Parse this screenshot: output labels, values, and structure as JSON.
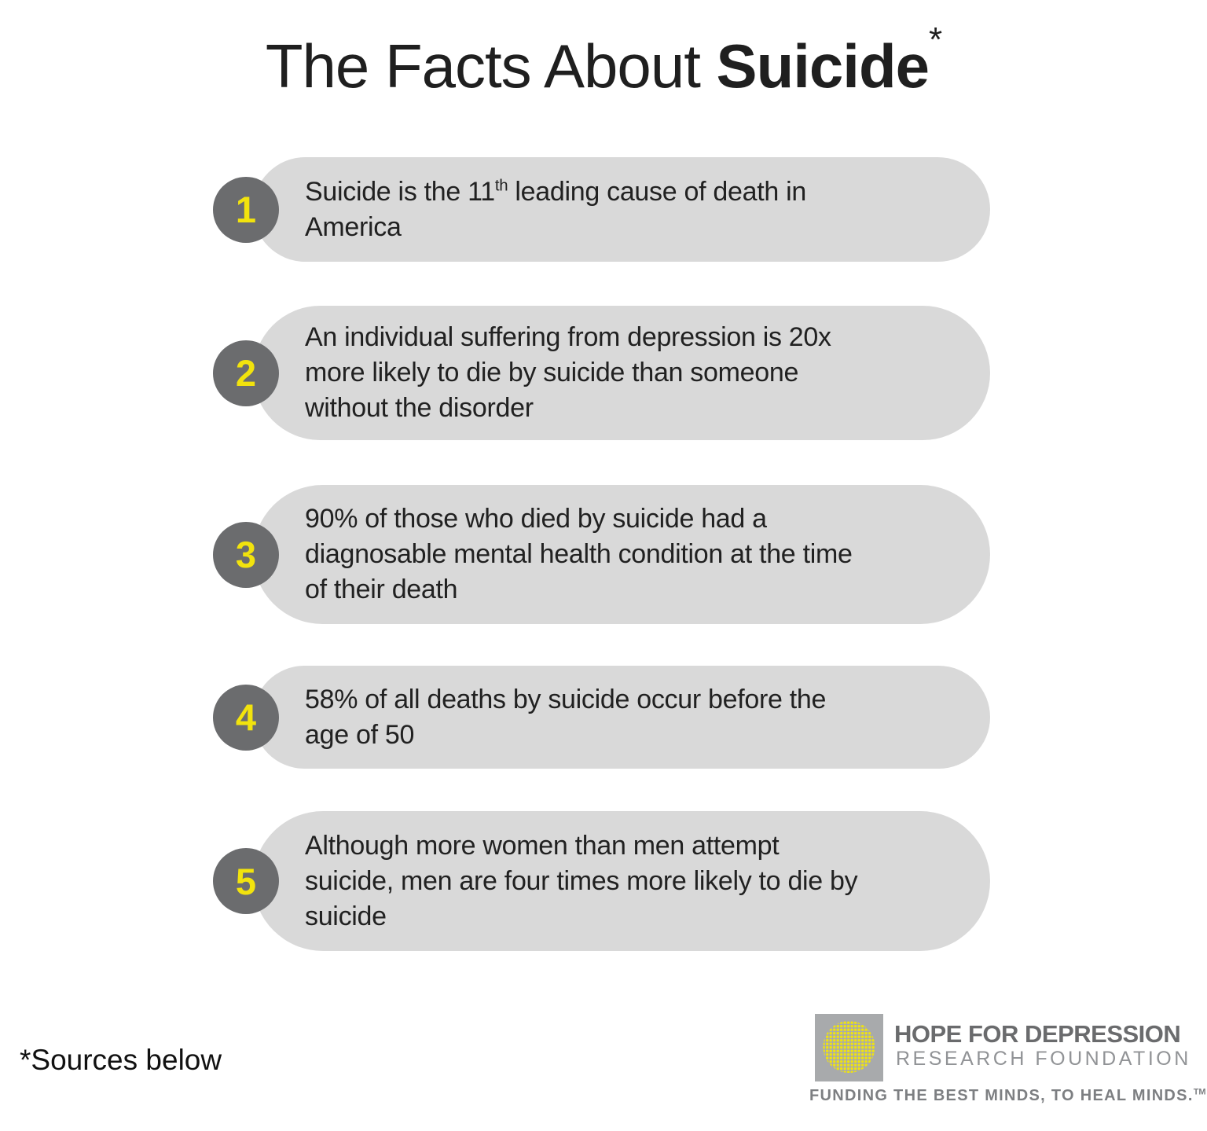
{
  "title": {
    "regular": "The Facts About ",
    "bold": "Suicide",
    "asterisk": "*"
  },
  "facts": [
    {
      "number": "1",
      "lines": [
        {
          "pre": "Suicide is the 11",
          "sup": "th",
          "post": " leading cause of death in"
        },
        {
          "pre": "America"
        }
      ]
    },
    {
      "number": "2",
      "lines": [
        {
          "pre": "An individual suffering from depression is 20x"
        },
        {
          "pre": "more likely to die by suicide than someone"
        },
        {
          "pre": "without the disorder"
        }
      ]
    },
    {
      "number": "3",
      "lines": [
        {
          "pre": "90% of those who died by suicide had a"
        },
        {
          "pre": "diagnosable mental health condition at the time"
        },
        {
          "pre": "of their death"
        }
      ]
    },
    {
      "number": "4",
      "lines": [
        {
          "pre": "58% of all deaths by suicide occur before the"
        },
        {
          "pre": "age of 50"
        }
      ]
    },
    {
      "number": "5",
      "lines": [
        {
          "pre": "Although more women than men attempt"
        },
        {
          "pre": "suicide, men are four times more likely to die by"
        },
        {
          "pre": "suicide"
        }
      ]
    }
  ],
  "footnote": "*Sources below",
  "logo": {
    "name": "HOPE FOR DEPRESSION",
    "subtitle": "RESEARCH FOUNDATION",
    "tagline": "FUNDING THE BEST MINDS, TO HEAL MINDS.",
    "trademark": "TM",
    "colors": {
      "accent_yellow": "#f2e30d",
      "badge_gray": "#6b6c6e",
      "pill_gray": "#d9d9d9",
      "logo_square_gray": "#a8aaac",
      "logo_text_dark": "#6a6b6d",
      "logo_text_light": "#919396"
    }
  }
}
